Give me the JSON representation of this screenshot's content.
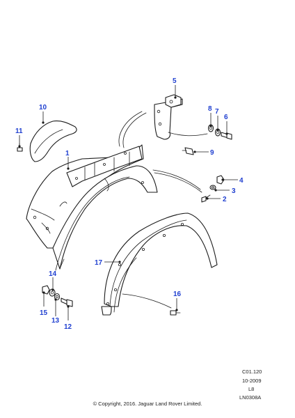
{
  "callouts": {
    "c1": "1",
    "c2": "2",
    "c3": "3",
    "c4": "4",
    "c5": "5",
    "c6": "6",
    "c7": "7",
    "c8": "8",
    "c9": "9",
    "c10": "10",
    "c11": "11",
    "c12": "12",
    "c13": "13",
    "c14": "14",
    "c15": "15",
    "c16": "16",
    "c17": "17"
  },
  "footer": {
    "ref_code": "C01.120",
    "date": "10-2009",
    "language": "L8",
    "illustration_id": "LN0308A",
    "copyright": "© Copyright, 2016. Jaguar Land Rover Limited."
  },
  "colors": {
    "callout_text": "#1f3fd0",
    "line_art": "#1a1a1a"
  }
}
